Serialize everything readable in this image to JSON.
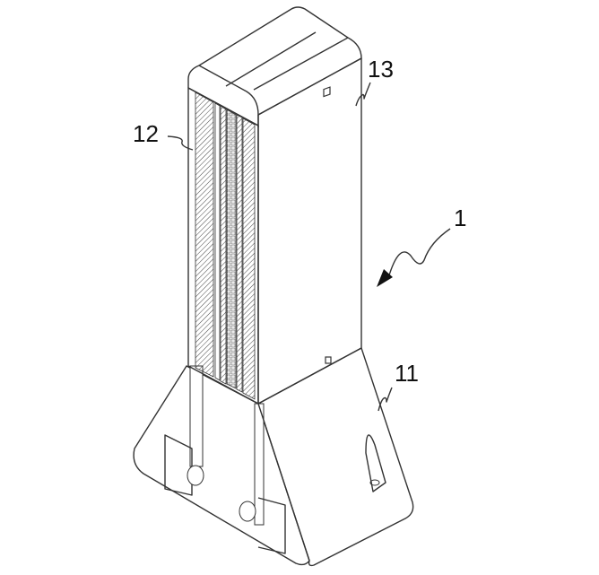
{
  "figure": {
    "labels": {
      "device": "1",
      "base": "11",
      "filter": "12",
      "housing": "13"
    },
    "colors": {
      "line": "#333333",
      "background": "#ffffff"
    }
  }
}
